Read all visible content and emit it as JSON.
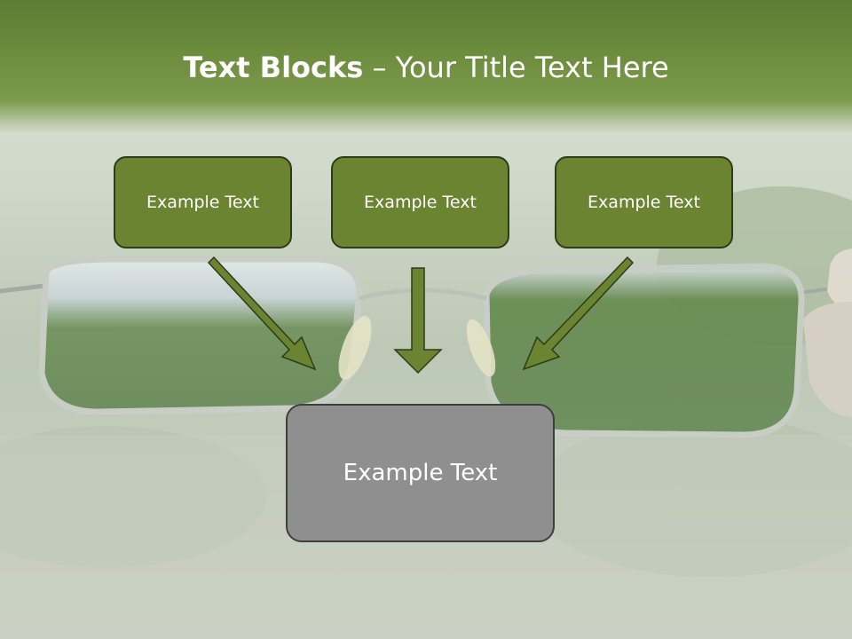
{
  "slide": {
    "title_bold": "Text Blocks",
    "title_separator": " – ",
    "title_rest": "Your Title Text Here",
    "top_boxes": [
      "Example Text",
      "Example Text",
      "Example Text"
    ],
    "bottom_box": "Example Text"
  },
  "colors": {
    "header_green": "#6b8a3c",
    "box_green": "#6b8431",
    "box_border": "#2f3b18",
    "box_gray": "#8f8f8f",
    "arrow_green": "#6b8431"
  },
  "icons": [
    "eyeglasses-photo",
    "arrow-down-right-icon",
    "arrow-down-icon",
    "arrow-down-left-icon"
  ]
}
